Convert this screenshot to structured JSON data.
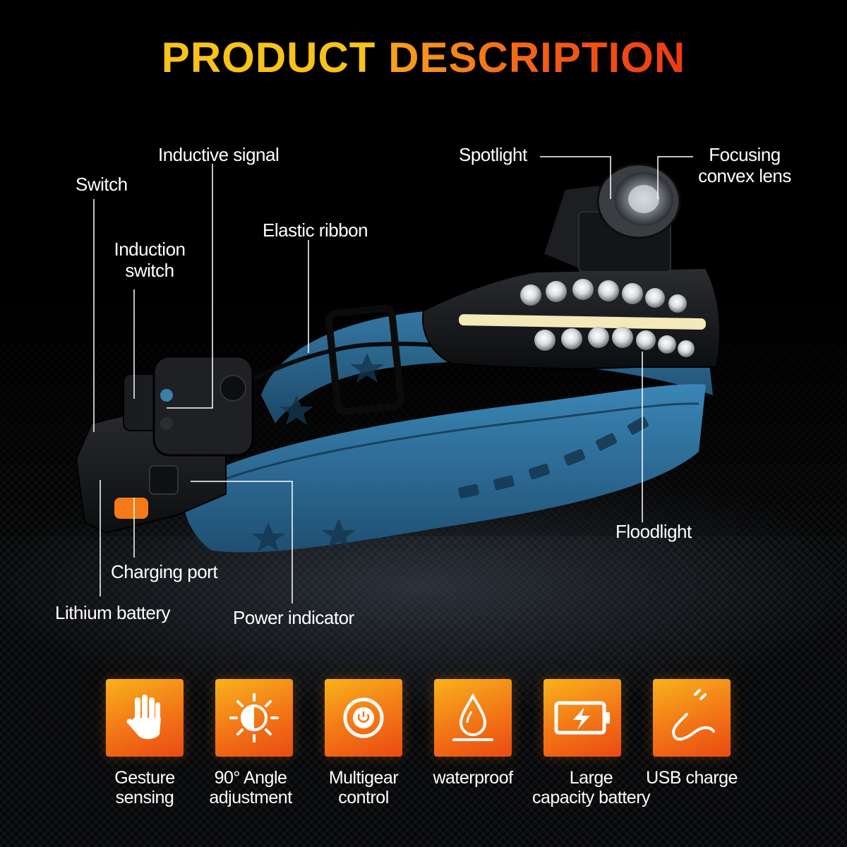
{
  "title": {
    "word1": "PRODUCT",
    "word2": "DESCRIPTION"
  },
  "callouts": {
    "switch": "Switch",
    "inductive_signal": "Inductive signal",
    "induction_switch_line1": "Induction",
    "induction_switch_line2": "switch",
    "elastic_ribbon": "Elastic ribbon",
    "spotlight": "Spotlight",
    "focusing_line1": "Focusing",
    "focusing_line2": "convex lens",
    "floodlight": "Floodlight",
    "charging_port": "Charging port",
    "lithium_battery": "Lithium battery",
    "power_indicator": "Power indicator"
  },
  "features": [
    {
      "icon": "hand-icon",
      "line1": "Gesture",
      "line2": "sensing"
    },
    {
      "icon": "sun-half-icon",
      "line1": "90° Angle",
      "line2": "adjustment"
    },
    {
      "icon": "power-icon",
      "line1": "Multigear",
      "line2": "control"
    },
    {
      "icon": "water-drop-icon",
      "line1": "waterproof",
      "line2": ""
    },
    {
      "icon": "battery-icon",
      "line1": "Large",
      "line2": "capacity battery"
    },
    {
      "icon": "usb-cable-icon",
      "line1": "USB charge",
      "line2": ""
    }
  ],
  "colors": {
    "title_yellow": "#f7c21b",
    "title_orange": "#ee3b12",
    "accent_orange": "#f37a17",
    "strap_blue": "#2f6f9a"
  }
}
